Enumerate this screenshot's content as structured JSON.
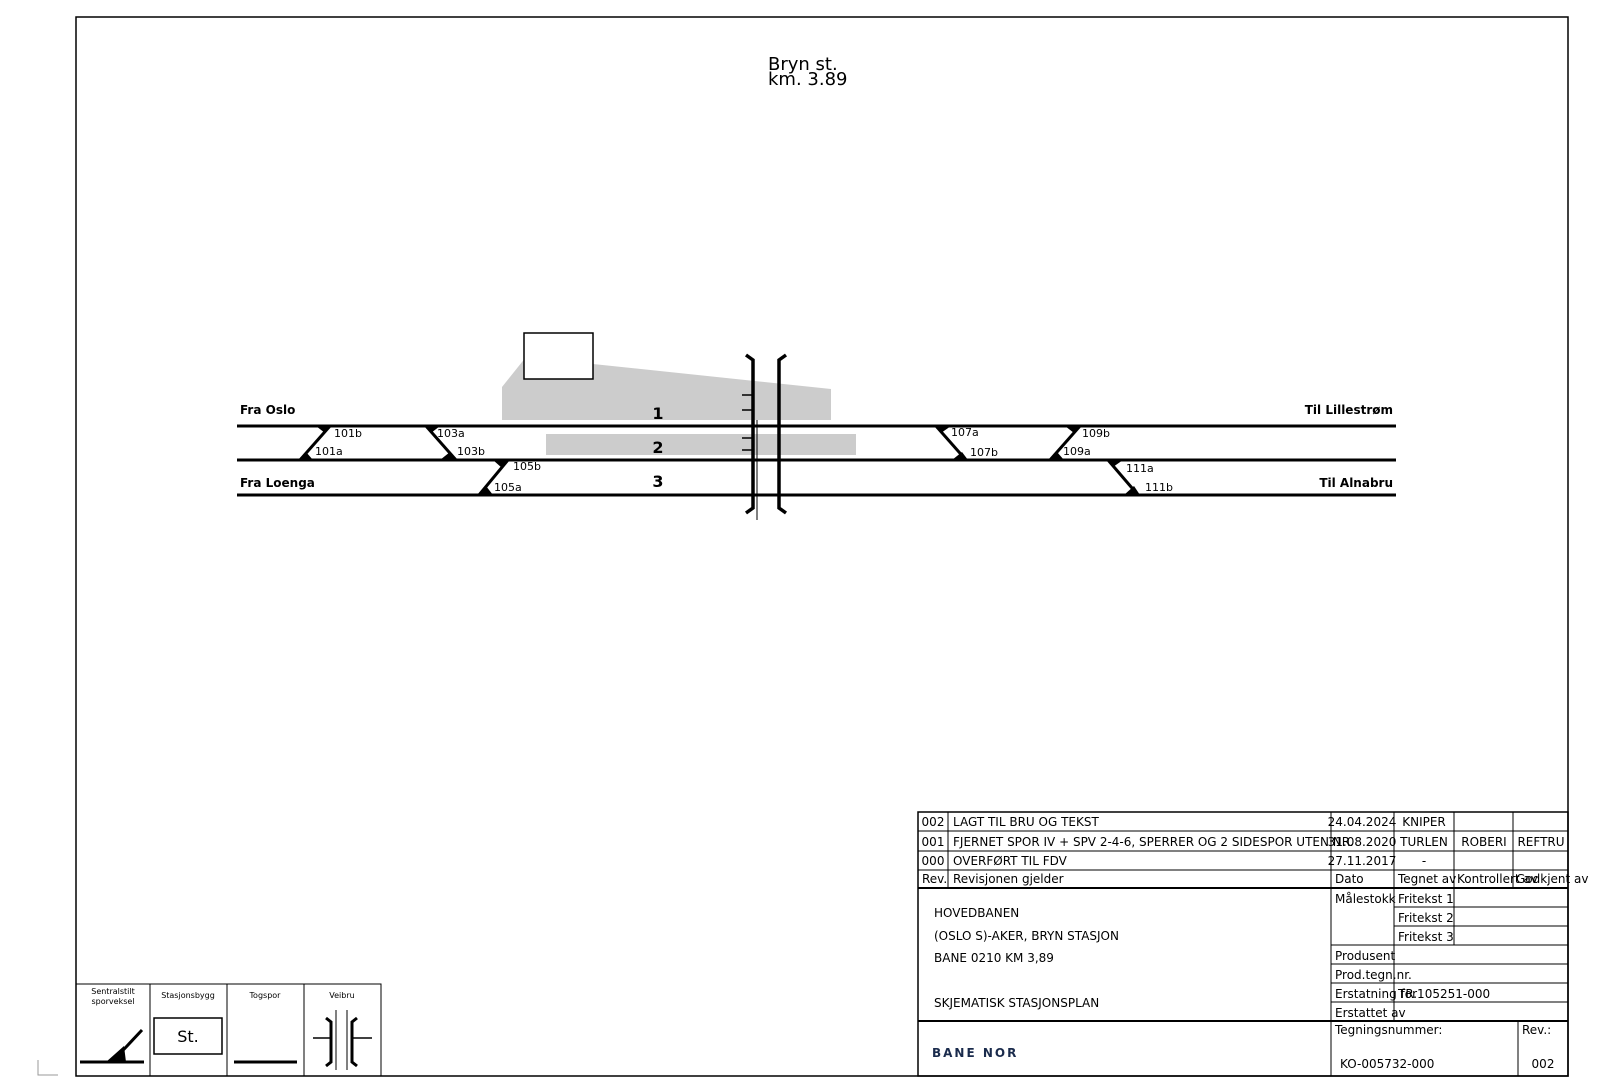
{
  "header": {
    "station": "Bryn st.",
    "km": "km. 3.89"
  },
  "tracks": {
    "labels": {
      "fra_oslo": "Fra Oslo",
      "fra_loenga": "Fra Loenga",
      "til_lillestrom": "Til Lillestrøm",
      "til_alnabru": "Til Alnabru"
    },
    "numbers": [
      "1",
      "2",
      "3"
    ]
  },
  "switches": {
    "s101b": "101b",
    "s101a": "101a",
    "s103a": "103a",
    "s103b": "103b",
    "s105b": "105b",
    "s105a": "105a",
    "s107a": "107a",
    "s107b": "107b",
    "s109b": "109b",
    "s109a": "109a",
    "s111a": "111a",
    "s111b": "111b"
  },
  "legend": {
    "sentralstilt": "Sentralstilt sporveksel",
    "stasjonsbygg": "Stasjonsbygg",
    "stasjonsbygg_symbol": "St.",
    "togspor": "Togspor",
    "veibru": "Veibru"
  },
  "revisions": [
    {
      "rev": "002",
      "text": "LAGT TIL BRU OG TEKST",
      "date": "24.04.2024",
      "drawn": "KNIPER",
      "checked": "",
      "approved": ""
    },
    {
      "rev": "001",
      "text": "FJERNET SPOR IV + SPV 2-4-6, SPERRER OG 2 SIDESPOR UTEN NR.",
      "date": "31.08.2020",
      "drawn": "TURLEN",
      "checked": "ROBERI",
      "approved": "REFTRU"
    },
    {
      "rev": "000",
      "text": "OVERFØRT TIL FDV",
      "date": "27.11.2017",
      "drawn": "-",
      "checked": "",
      "approved": ""
    }
  ],
  "titleblock": {
    "headers": {
      "rev": "Rev.",
      "revisjon": "Revisjonen gjelder",
      "dato": "Dato",
      "tegnet": "Tegnet av",
      "kontrollert": "Kontrollert av",
      "godkjent": "Godkjent av"
    },
    "title_lines": [
      "HOVEDBANEN",
      "(OSLO S)-AKER, BRYN STASJON",
      "BANE 0210  KM 3,89"
    ],
    "subtitle": "SKJEMATISK STASJONSPLAN",
    "fields": {
      "malestokk": "Målestokk",
      "fritekst1": "Fritekst 1",
      "fritekst2": "Fritekst 2",
      "fritekst3": "Fritekst 3",
      "produsent": "Produsent",
      "prodtegn": "Prod.tegn.nr.",
      "erstatning_for": "Erstatning for",
      "erstatning_for_value": "TR.105251-000",
      "erstattet_av": "Erstattet av",
      "tegningsnummer": "Tegningsnummer:",
      "tegningsnummer_value": "KO-005732-000",
      "rev_label": "Rev.:",
      "rev_value": "002"
    },
    "logo": "BANE NOR"
  },
  "colors": {
    "line": "#000000",
    "platform": "#cccccc",
    "background": "#ffffff"
  }
}
